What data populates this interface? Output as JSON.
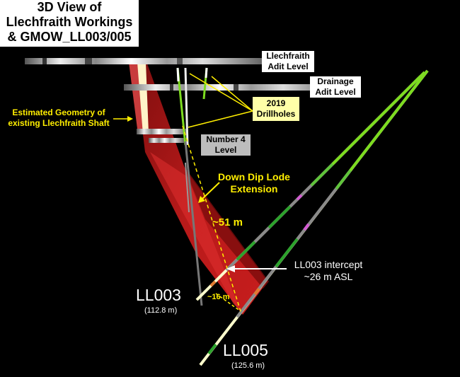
{
  "title": {
    "line1": "3D View of",
    "line2": "Llechfraith Workings",
    "line3": "& GMOW_LL003/005"
  },
  "levels": {
    "adit_line1": "Llechfraith",
    "adit_line2": "Adit Level",
    "drainage_line1": "Drainage",
    "drainage_line2": "Adit Level",
    "number4_line1": "Number 4",
    "number4_line2": "Level"
  },
  "annotations": {
    "drillholes_line1": "2019",
    "drillholes_line2": "Drillholes",
    "shaft_line1": "Estimated Geometry of",
    "shaft_line2": "existing Llechfraith Shaft",
    "lode_line1": "Down Dip Lode",
    "lode_line2": "Extension",
    "dist_51": "~51 m",
    "dist_16": "~16 m",
    "intercept_line1": "LL003 intercept",
    "intercept_line2": "~26 m ASL"
  },
  "holes": {
    "ll003_name": "LL003",
    "ll003_depth": "(112.8 m)",
    "ll005_name": "LL005",
    "ll005_depth": "(125.6 m)"
  },
  "colors": {
    "background": "#000000",
    "lode": "#b81414",
    "annotation_yellow": "#ffee00",
    "drillhole_green": "#7ddc1f"
  }
}
